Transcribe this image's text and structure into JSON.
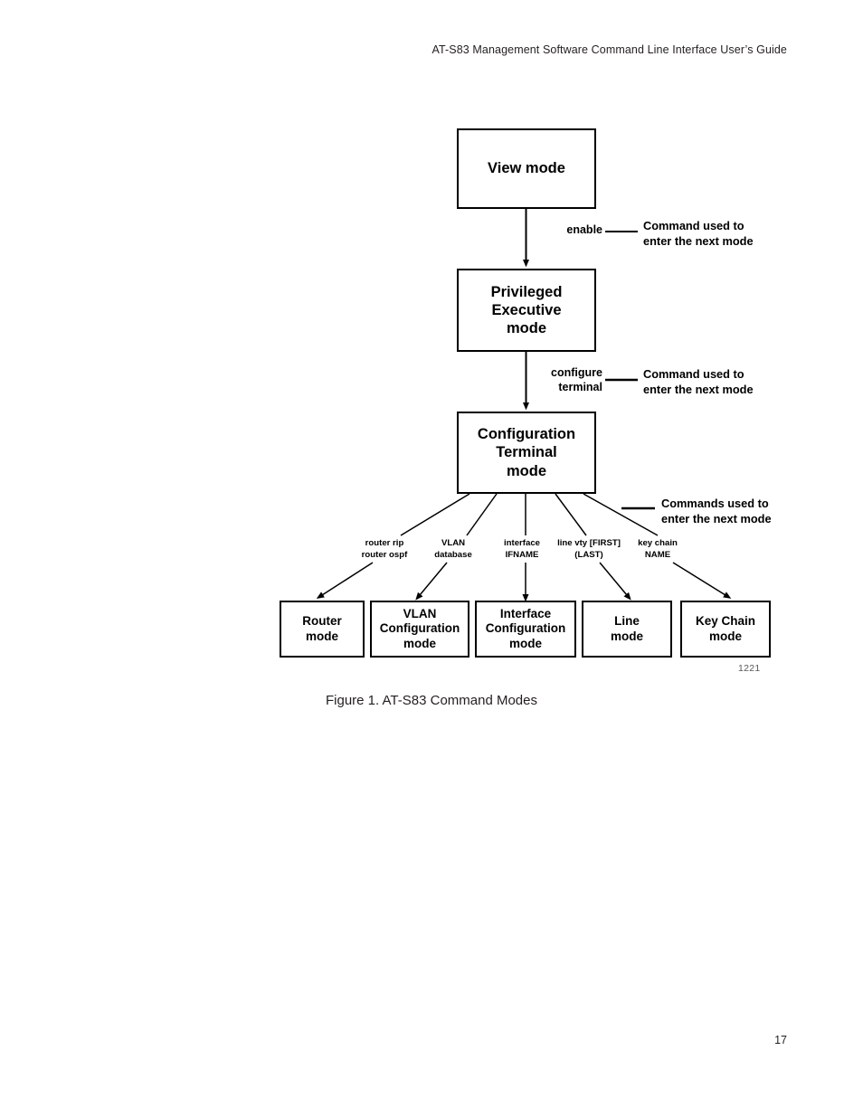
{
  "document": {
    "header": "AT-S83 Management Software Command Line Interface User’s Guide",
    "page_number": "17",
    "figure_id": "1221",
    "figure_caption": "Figure 1. AT-S83 Command Modes"
  },
  "diagram": {
    "title": "AT-S83 Command Modes",
    "type": "flowchart",
    "primary_chain": [
      {
        "id": "view",
        "label": "View mode"
      },
      {
        "id": "priv",
        "label": "Privileged\nExecutive\nmode"
      },
      {
        "id": "config",
        "label": "Configuration\nTerminal\nmode"
      }
    ],
    "chain_transitions": [
      {
        "from": "view",
        "to": "priv",
        "command": "enable"
      },
      {
        "from": "priv",
        "to": "config",
        "command": "configure\nterminal"
      }
    ],
    "leaf_modes": [
      {
        "id": "router",
        "label": "Router\nmode",
        "command": "router rip\nrouter ospf"
      },
      {
        "id": "vlan",
        "label": "VLAN\nConfiguration\nmode",
        "command": "VLAN\ndatabase"
      },
      {
        "id": "interface",
        "label": "Interface\nConfiguration\nmode",
        "command": "interface\nIFNAME"
      },
      {
        "id": "line",
        "label": "Line\nmode",
        "command": "line vty [FIRST]\n(LAST)"
      },
      {
        "id": "keychain",
        "label": "Key Chain\nmode",
        "command": "key chain\nNAME"
      }
    ],
    "legends": [
      {
        "id": "legend-1",
        "text": "Command used to\nenter the next mode"
      },
      {
        "id": "legend-2",
        "text": "Command used to\nenter the next mode"
      },
      {
        "id": "legend-3",
        "text": "Commands used to\nenter the next mode"
      }
    ],
    "colors": {
      "line": "#000000",
      "box_border": "#000000",
      "box_fill": "#ffffff",
      "text": "#000000",
      "body_text": "#231f20",
      "figure_id": "#58595b"
    }
  }
}
